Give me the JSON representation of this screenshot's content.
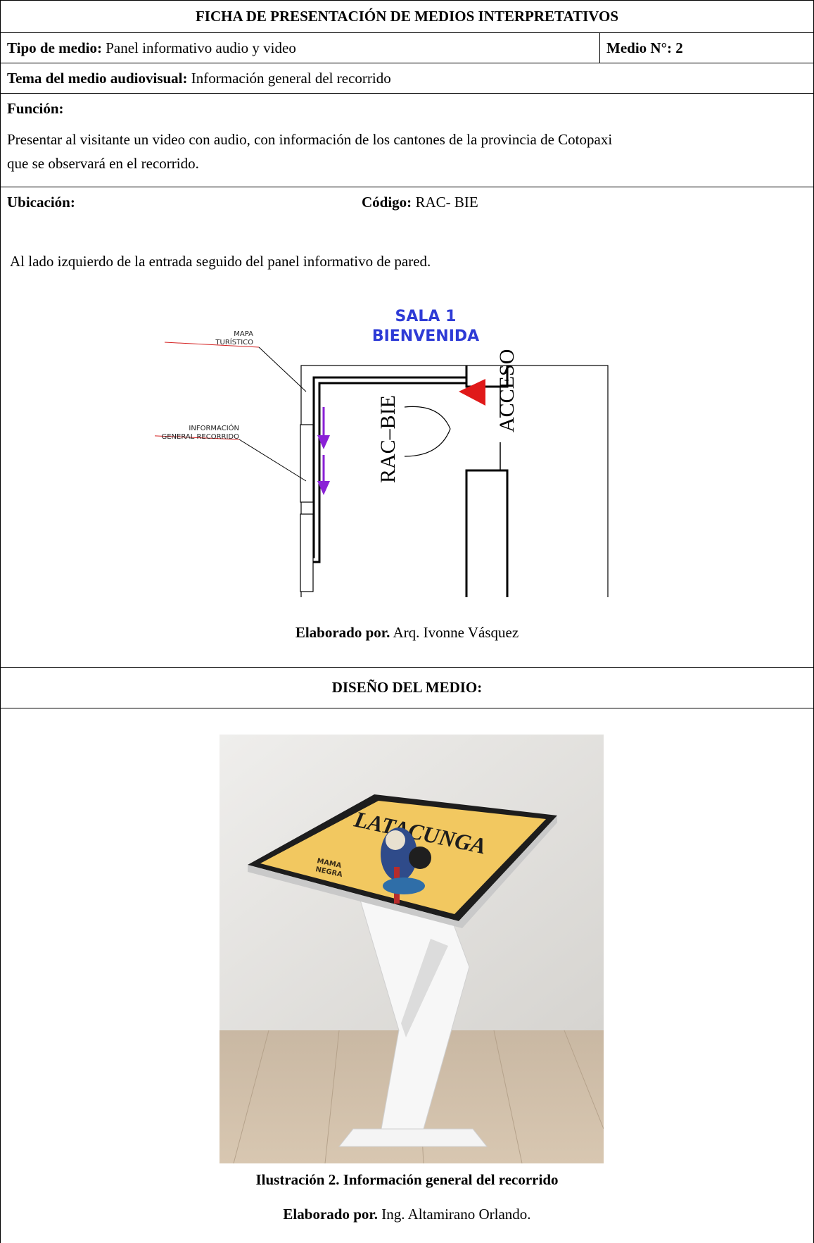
{
  "title": "FICHA DE PRESENTACIÓN DE MEDIOS INTERPRETATIVOS",
  "tipo": {
    "label": "Tipo de medio:",
    "value": "Panel  informativo audio y video"
  },
  "medio": {
    "label": "Medio N°:",
    "value": "2"
  },
  "tema": {
    "label": "Tema del medio audiovisual:",
    "value": "Información general del recorrido"
  },
  "funcion": {
    "label": "Función:",
    "line1": "Presentar al visitante un video con audio, con información de los cantones de la provincia de Cotopaxi",
    "line2": "que se observará en el recorrido."
  },
  "ubicacion": {
    "label": "Ubicación:",
    "codigo_label": "Código:",
    "codigo_value": "RAC- BIE",
    "text": "Al lado izquierdo de la entrada seguido del panel informativo de pared."
  },
  "plan": {
    "sala": "SALA 1",
    "bienvenida": "BIENVENIDA",
    "mapa_1": "MAPA",
    "mapa_2": "TURÍSTICO",
    "info_1": "INFORMACIÓN",
    "info_2": "GENERAL RECORRIDO",
    "rac": "RAC–BIE",
    "acceso": "ACCESO",
    "colors": {
      "title": "#2e3bd6",
      "arrow": "#8a21d6",
      "leader": "#d42020",
      "triangle": "#e01919"
    }
  },
  "credit1": {
    "label": "Elaborado por.",
    "value": "Arq. Ivonne Vásquez"
  },
  "diseno": "DISEÑO DEL MEDIO:",
  "kiosk": {
    "screen_title": "LATACUNGA",
    "screen_sub_1": "MAMA",
    "screen_sub_2": "NEGRA"
  },
  "caption": "Ilustración 2. Información general del recorrido",
  "credit2": {
    "label": "Elaborado por.",
    "value": "Ing. Altamirano Orlando."
  }
}
